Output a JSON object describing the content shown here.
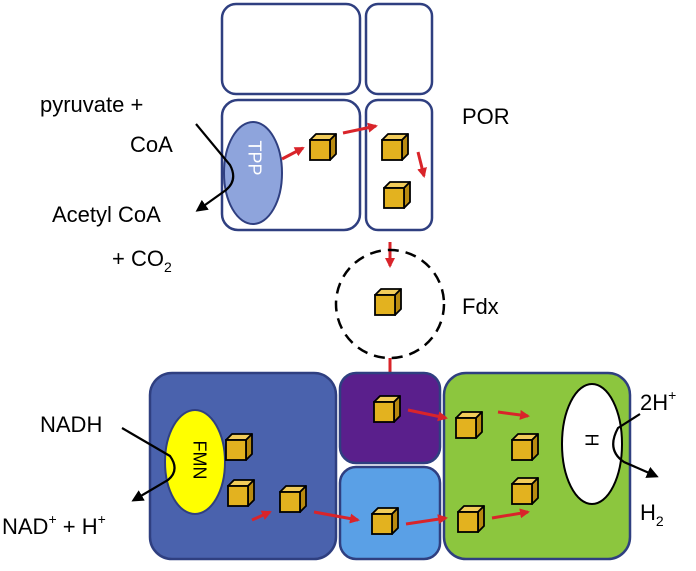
{
  "por": {
    "label": "POR",
    "pyruvate_line1": "pyruvate +",
    "pyruvate_line2": "CoA",
    "acetyl_line1": "Acetyl CoA",
    "acetyl_line2_prefix": "+ CO",
    "acetyl_line2_sub": "2",
    "tpp_label": "TPP"
  },
  "fdx": {
    "label": "Fdx"
  },
  "hydrogenase": {
    "nadh_label": "NADH",
    "nad_prefix": "NAD",
    "nad_sup": "+",
    "nad_mid": " + H",
    "nad_sup2": "+",
    "fmn_label": "FMN",
    "h_label": "H",
    "proton_prefix": "2H",
    "proton_sup": "+",
    "h2_prefix": "H",
    "h2_sub": "2"
  },
  "colors": {
    "por_outline": "#2f3f80",
    "tpp_fill": "#8ea4dc",
    "cube_fill": "#e3b21f",
    "arrow": "#d9242a",
    "dark_blue_domain": "#4a62ad",
    "purple_domain": "#5a1f8c",
    "light_blue_domain": "#5aa0e6",
    "green_domain": "#8cc63e",
    "fmn_fill": "#ffff00"
  }
}
